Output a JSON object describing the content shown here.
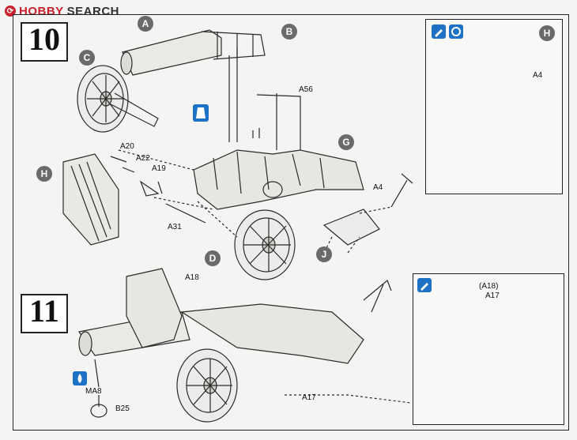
{
  "site": {
    "brand_a": "HOBBY",
    "brand_b": "SEARCH"
  },
  "steps": [
    {
      "number": "10"
    },
    {
      "number": "11"
    }
  ],
  "callouts": {
    "A": "A",
    "B": "B",
    "C": "C",
    "D": "D",
    "G": "G",
    "H_detail": "H",
    "H_main": "H",
    "J": "J"
  },
  "parts10": {
    "A56": "A56",
    "A20": "A20",
    "A22": "A22",
    "A19": "A19",
    "A31": "A31",
    "A4_detail": "A4",
    "A4_main": "A4"
  },
  "parts11": {
    "A18": "A18",
    "A18_paren": "(A18)",
    "A17_detail": "A17",
    "A17_main": "A17",
    "MA8": "MA8",
    "B25": "B25"
  },
  "icons": [
    "paint-icon",
    "cement-icon",
    "assembly-icon",
    "paint-icon",
    "paint-drop-icon"
  ],
  "colors": {
    "ink": "#222222",
    "callout": "#6a6a6a",
    "icon_blue": "#1e72c6",
    "brand_red": "#c8202c"
  }
}
